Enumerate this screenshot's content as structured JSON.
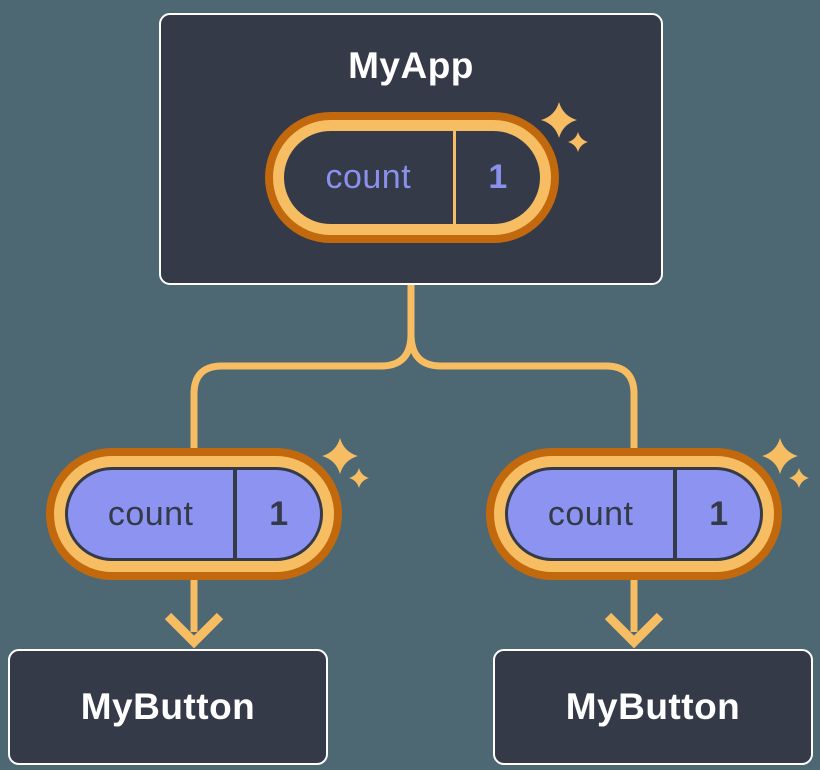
{
  "diagram": {
    "root": {
      "title": "MyApp",
      "state": {
        "name": "count",
        "value": "1"
      }
    },
    "children": [
      {
        "title": "MyButton",
        "prop": {
          "name": "count",
          "value": "1"
        }
      },
      {
        "title": "MyButton",
        "prop": {
          "name": "count",
          "value": "1"
        }
      }
    ]
  },
  "icons": {
    "sparkle-icon": "four-point-star"
  },
  "colors": {
    "canvas_bg": "#4d6873",
    "node_bg": "#343a47",
    "node_border": "#ffffff",
    "connector_orange": "#f7bd63",
    "pill_ring_dark_orange": "#c2690e",
    "pill_fill_lavender": "#8c93f0",
    "state_text_lavender": "#8a90ec",
    "dark_text": "#343a47",
    "title_text": "#ffffff"
  }
}
